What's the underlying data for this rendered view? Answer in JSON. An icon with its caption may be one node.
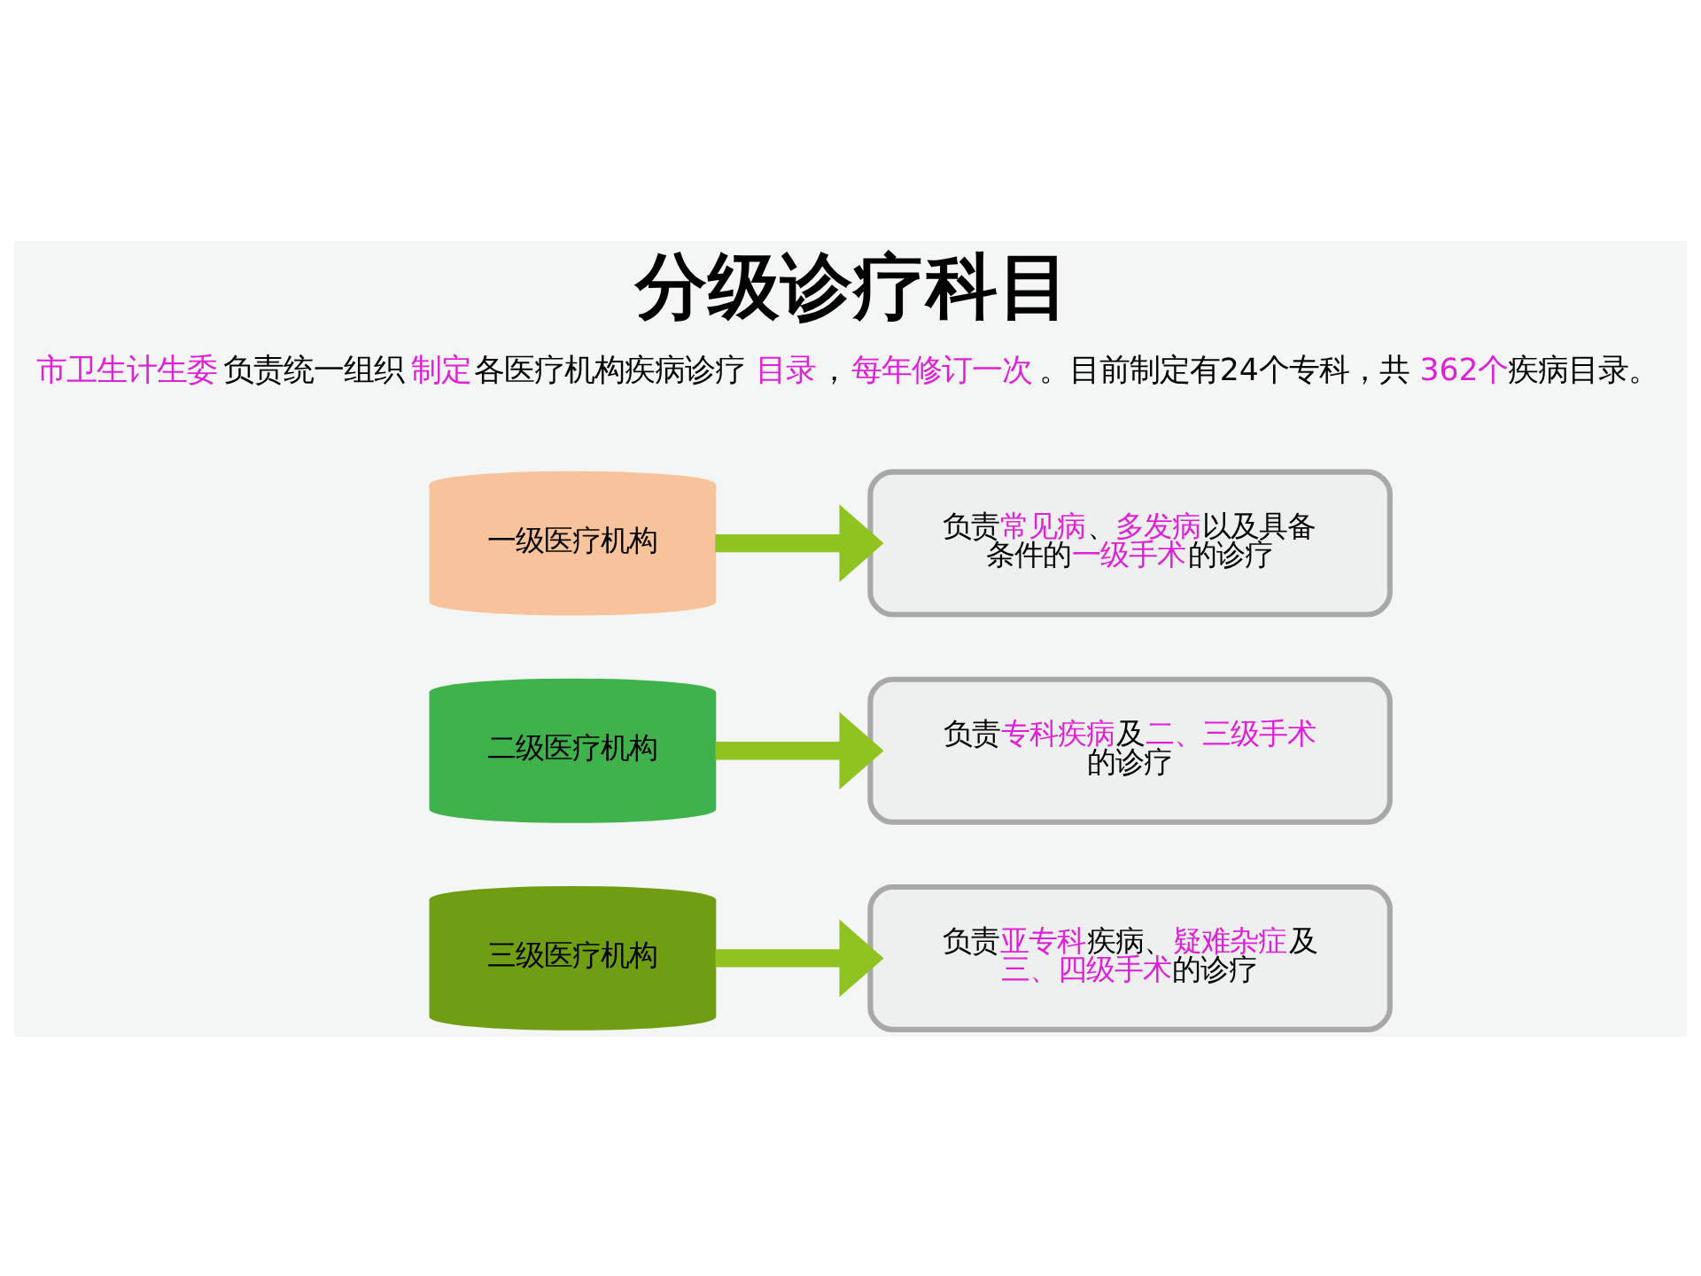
{
  "diagram": {
    "title": "分级诊疗科目",
    "nodes": [
      {
        "text": [
          "一级医疗机构"
        ]
      },
      {
        "text": [
          "负责**常见病**、**多发病**以及具备条件的**一级手术**的诊疗"
        ]
      },
      {
        "text": [
          "二级医疗机构"
        ]
      },
      {
        "text": [
          "负责**专科疾病**及**二、三级手术**的诊疗"
        ]
      },
      {
        "text": [
          "三级医疗机构"
        ]
      },
      {
        "text": [
          "负责**亚专科**疾病、**疑难杂症**及**三、四级手术**的诊疗"
        ]
      }
    ],
    "edges": [
      {
        "from": 0,
        "to": 1,
        "arrow": "to"
      },
      {
        "from": 2,
        "to": 3,
        "arrow": "to"
      },
      {
        "from": 4,
        "to": 5,
        "arrow": "to"
      }
    ],
    "labels": [
      "**市卫生计生委**负责统一组织**制定**各医疗机构疾病诊疗**目录**，**每年修订一次**。目前制定有24个专科，共**362个**疾病目录。"
    ]
  }
}
